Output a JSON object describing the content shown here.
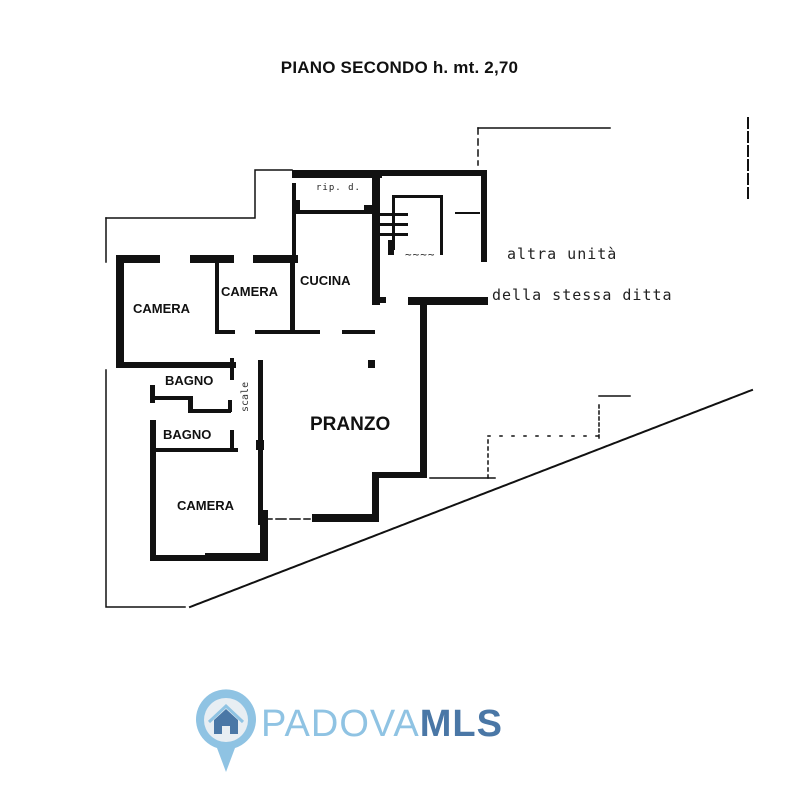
{
  "header": {
    "title": "PIANO SECONDO h. mt. 2,70"
  },
  "rooms": {
    "camera_left": "CAMERA",
    "camera_middle": "CAMERA",
    "cucina": "CUCINA",
    "bagno_top": "BAGNO",
    "bagno_bottom": "BAGNO",
    "pranzo": "PRANZO",
    "camera_bottom": "CAMERA"
  },
  "annotations": {
    "line1": "altra unità",
    "line2": "della stessa ditta",
    "stair_note": "~~~~",
    "vertical_note": "scale",
    "storage_note": "rip. d."
  },
  "logo": {
    "light_text": "PADOVA",
    "bold_text": "MLS",
    "icon": "house-pin-icon",
    "colors": {
      "light": "#8fc3e3",
      "dark": "#4a77a6",
      "pin_fill": "#e8eef3"
    }
  }
}
